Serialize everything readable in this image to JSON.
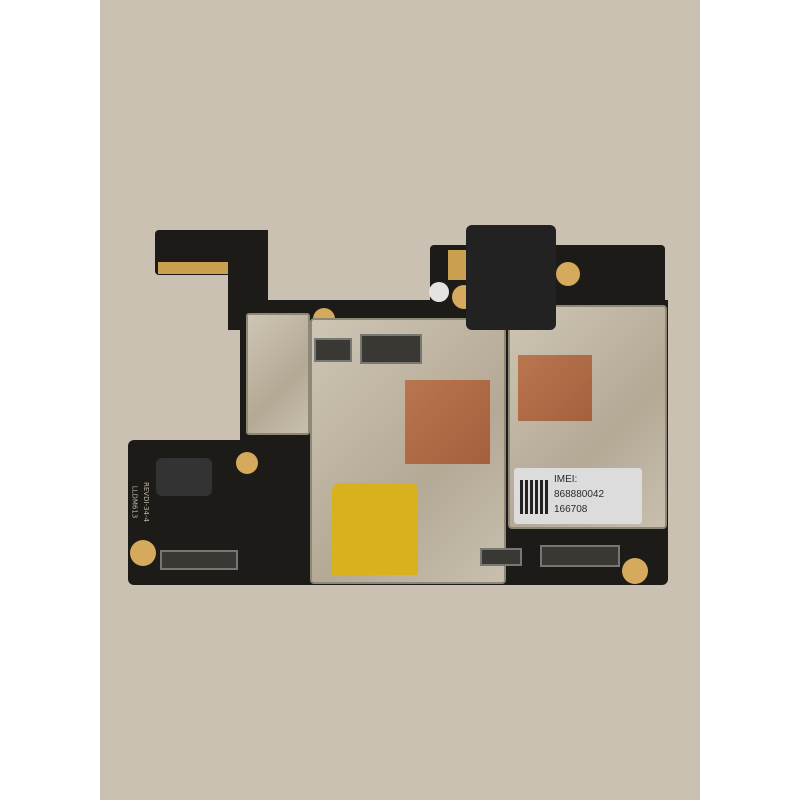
{
  "imei_label": {
    "title": "IMEI:",
    "line1": "868880042",
    "line2": "166708"
  },
  "silkscreen": {
    "model": "LLDM613",
    "revision": "REVDI-34-4"
  },
  "colors": {
    "background": "#cbc1b3",
    "pcb": "#1d1b18",
    "gold": "#d6aa5c",
    "shield": "#c0b7a5",
    "copper": "#ab6240",
    "yellow_tape": "#d8b21e"
  }
}
